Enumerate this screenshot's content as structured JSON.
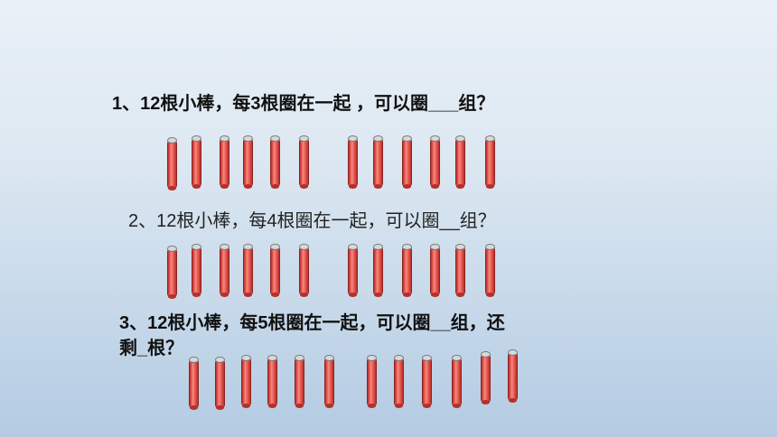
{
  "questions": {
    "q1": "1、12根小棒，每3根圈在一起 ，可以圈___组？",
    "q2": "2、12根小棒，每4根圈在一起，可以圈__组？",
    "q3_line1": "3、12根小棒，每5根圈在一起，可以圈__组，还",
    "q3_line2": "剩_根？"
  },
  "stick_rows": [
    {
      "count": 12
    },
    {
      "count": 12
    },
    {
      "count": 12
    }
  ],
  "colors": {
    "stick": "#e2564d",
    "text": "#111111",
    "background_top": "#e9f1f8",
    "background_bottom": "#b4cbe3"
  }
}
